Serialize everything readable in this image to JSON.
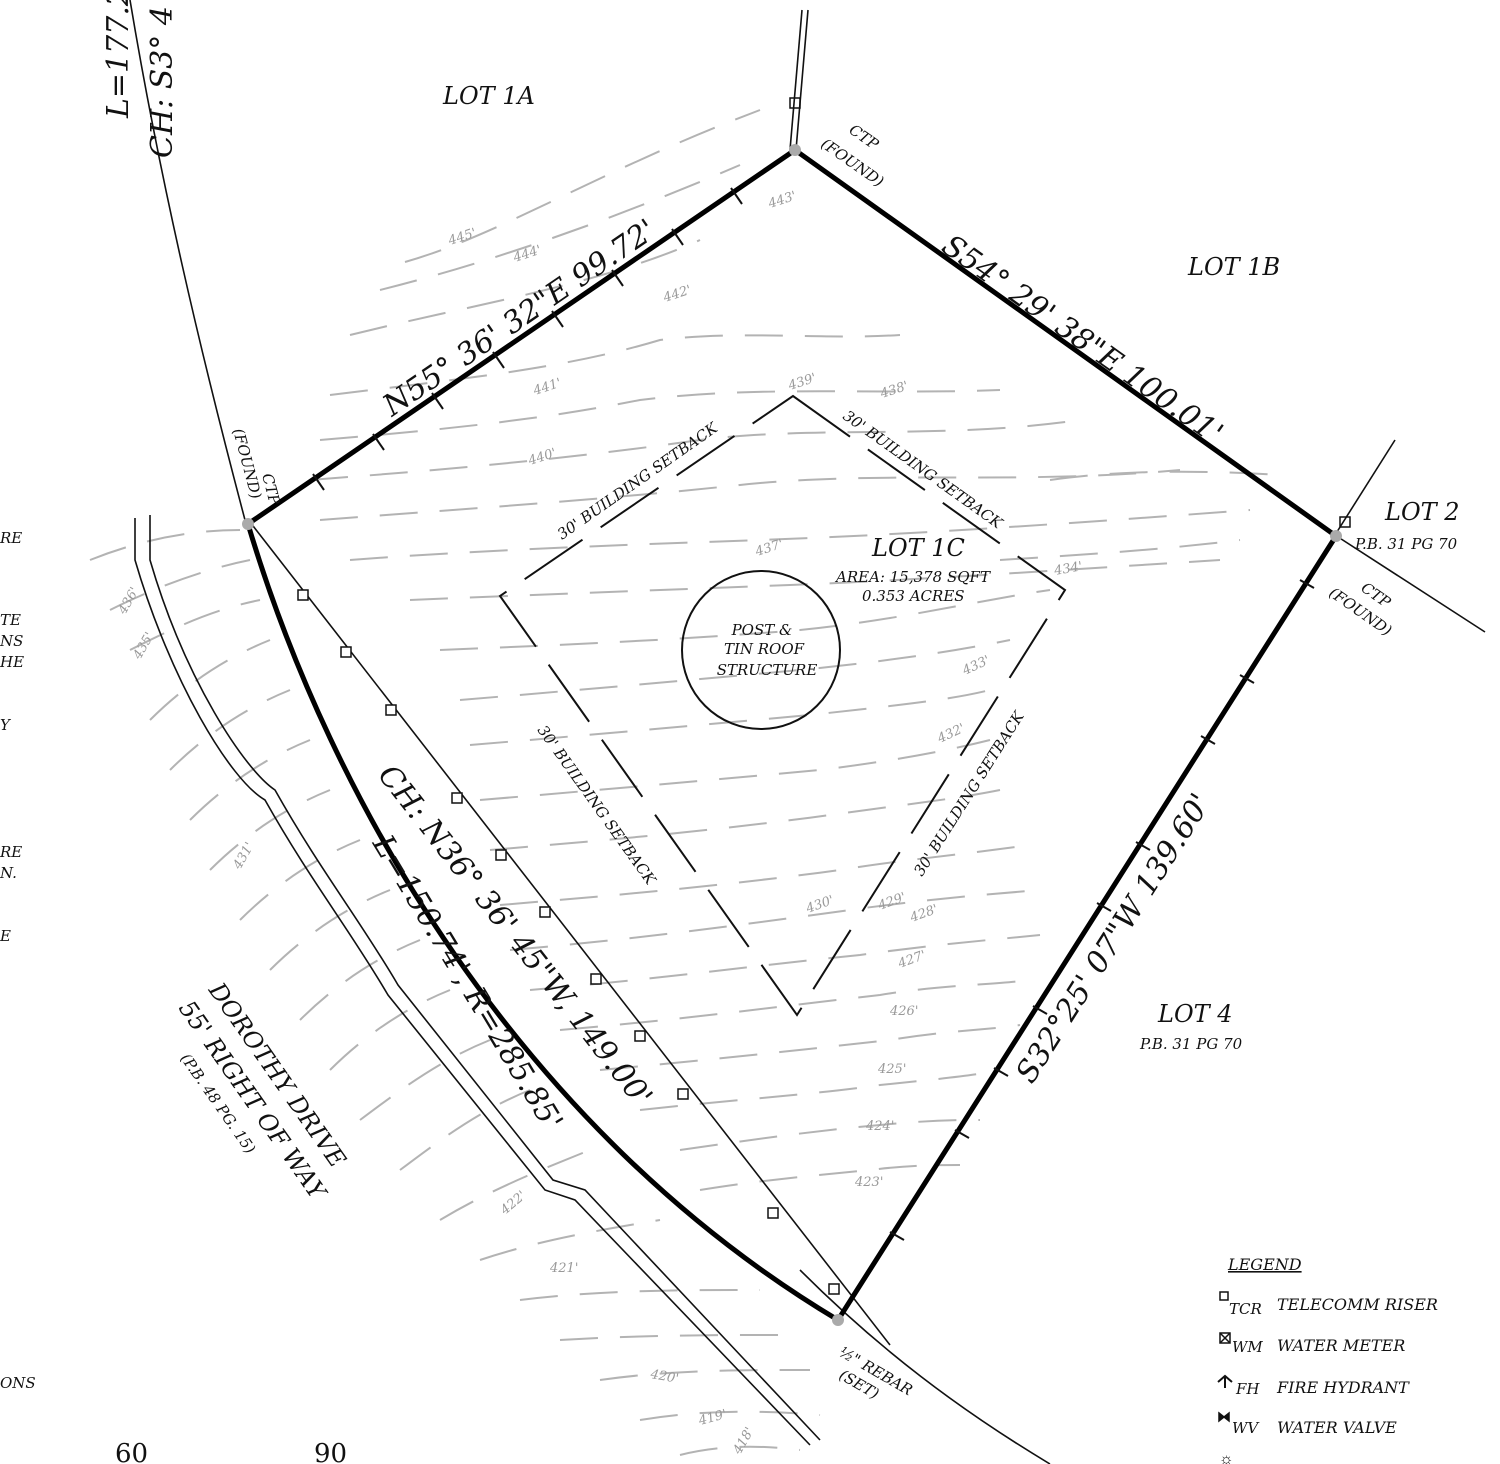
{
  "lots": {
    "lot_1a": "LOT 1A",
    "lot_1b": "LOT 1B",
    "lot_1c": "LOT 1C",
    "lot_1c_area": "AREA: 15,378 SQFT",
    "lot_1c_acres": "0.353 ACRES",
    "lot_2": "LOT 2",
    "lot_2_ref": "P.B. 31 PG 70",
    "lot_4": "LOT 4",
    "lot_4_ref": "P.B. 31 PG 70"
  },
  "bearings": {
    "north_line": "N55° 36' 32\"E 99.72'",
    "east_line": "S54° 29' 38\"E 100.01'",
    "south_line": "S32°25' 07\"W 139.60'",
    "chord": "CH: N36° 36' 45\"W, 149.00'",
    "arc": "L=150.74', R=285.85'",
    "top_arc_length": "L=177.2",
    "top_arc_chord": "CH: S3° 4"
  },
  "monuments": {
    "ctp_found": "CTP",
    "found": "(FOUND)",
    "rebar": "½\" REBAR",
    "set": "(SET)"
  },
  "setbacks": {
    "label": "30' BUILDING SETBACK"
  },
  "structure": {
    "line1": "POST &",
    "line2": "TIN ROOF",
    "line3": "STRUCTURE"
  },
  "road": {
    "name": "DOROTHY DRIVE",
    "row": "55' RIGHT OF WAY",
    "ref": "(P.B. 48 PG. 15)"
  },
  "contours": [
    "445'",
    "444'",
    "443'",
    "442'",
    "441'",
    "440'",
    "439'",
    "438'",
    "437'",
    "436'",
    "435'",
    "434'",
    "433'",
    "432'",
    "431'",
    "430'",
    "429'",
    "428'",
    "427'",
    "426'",
    "425'",
    "424'",
    "423'",
    "422'",
    "421'",
    "420'",
    "419'",
    "418'"
  ],
  "scale": {
    "tick_60": "60",
    "tick_90": "90"
  },
  "left_fragments": [
    "RE",
    "TE",
    "NS",
    "HE",
    "Y",
    "RE",
    "N.",
    "E",
    "ONS"
  ],
  "legend": {
    "title": "LEGEND",
    "items": [
      {
        "code": "TCR",
        "label": "TELECOMM RISER",
        "icon": "square-icon"
      },
      {
        "code": "WM",
        "label": "WATER METER",
        "icon": "boxed-x-icon"
      },
      {
        "code": "FH",
        "label": "FIRE HYDRANT",
        "icon": "hydrant-icon"
      },
      {
        "code": "WV",
        "label": "WATER VALVE",
        "icon": "bowtie-valve-icon"
      }
    ]
  }
}
